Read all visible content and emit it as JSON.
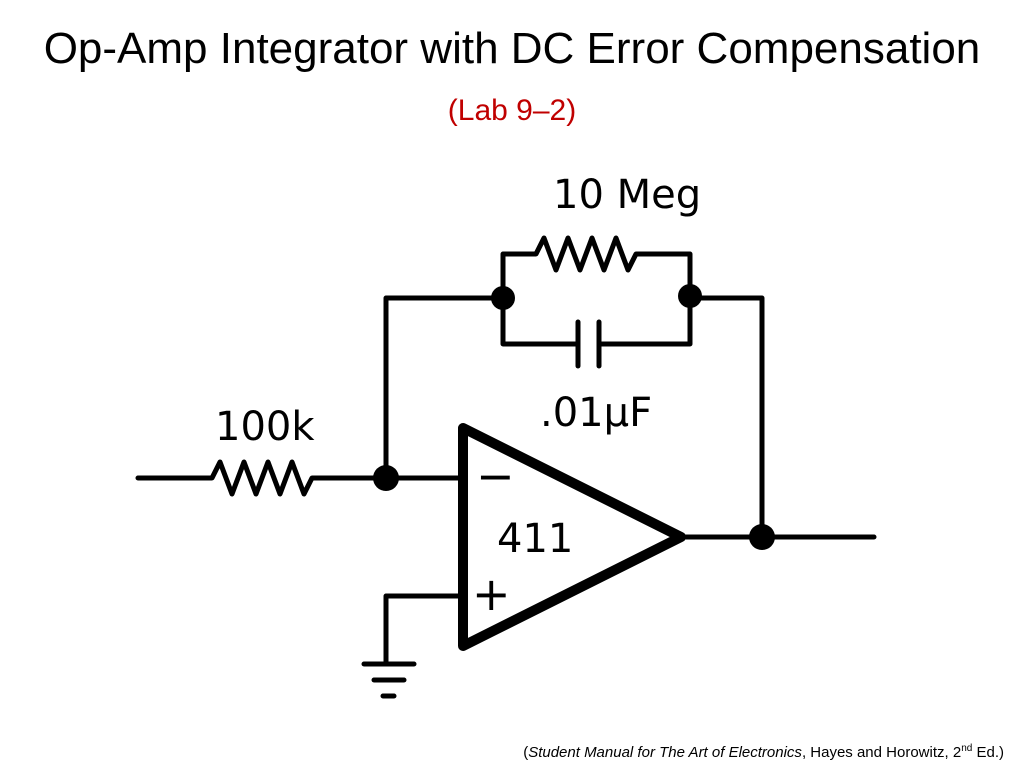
{
  "slide": {
    "title": "Op-Amp Integrator with DC Error Compensation",
    "subtitle": "(Lab 9–2)"
  },
  "schematic": {
    "input_resistor_label": "100k",
    "feedback_resistor_label": "10 Meg",
    "feedback_capacitor_label": ".01µF",
    "opamp_label": "411",
    "inverting_input_sign": "−",
    "noninverting_input_sign": "+"
  },
  "citation": {
    "open_paren": "(",
    "book_title": "Student Manual for The Art of Electronics",
    "authors": ", Hayes and Horowitz, 2",
    "ordinal_suffix": "nd",
    "edition": " Ed.)"
  }
}
